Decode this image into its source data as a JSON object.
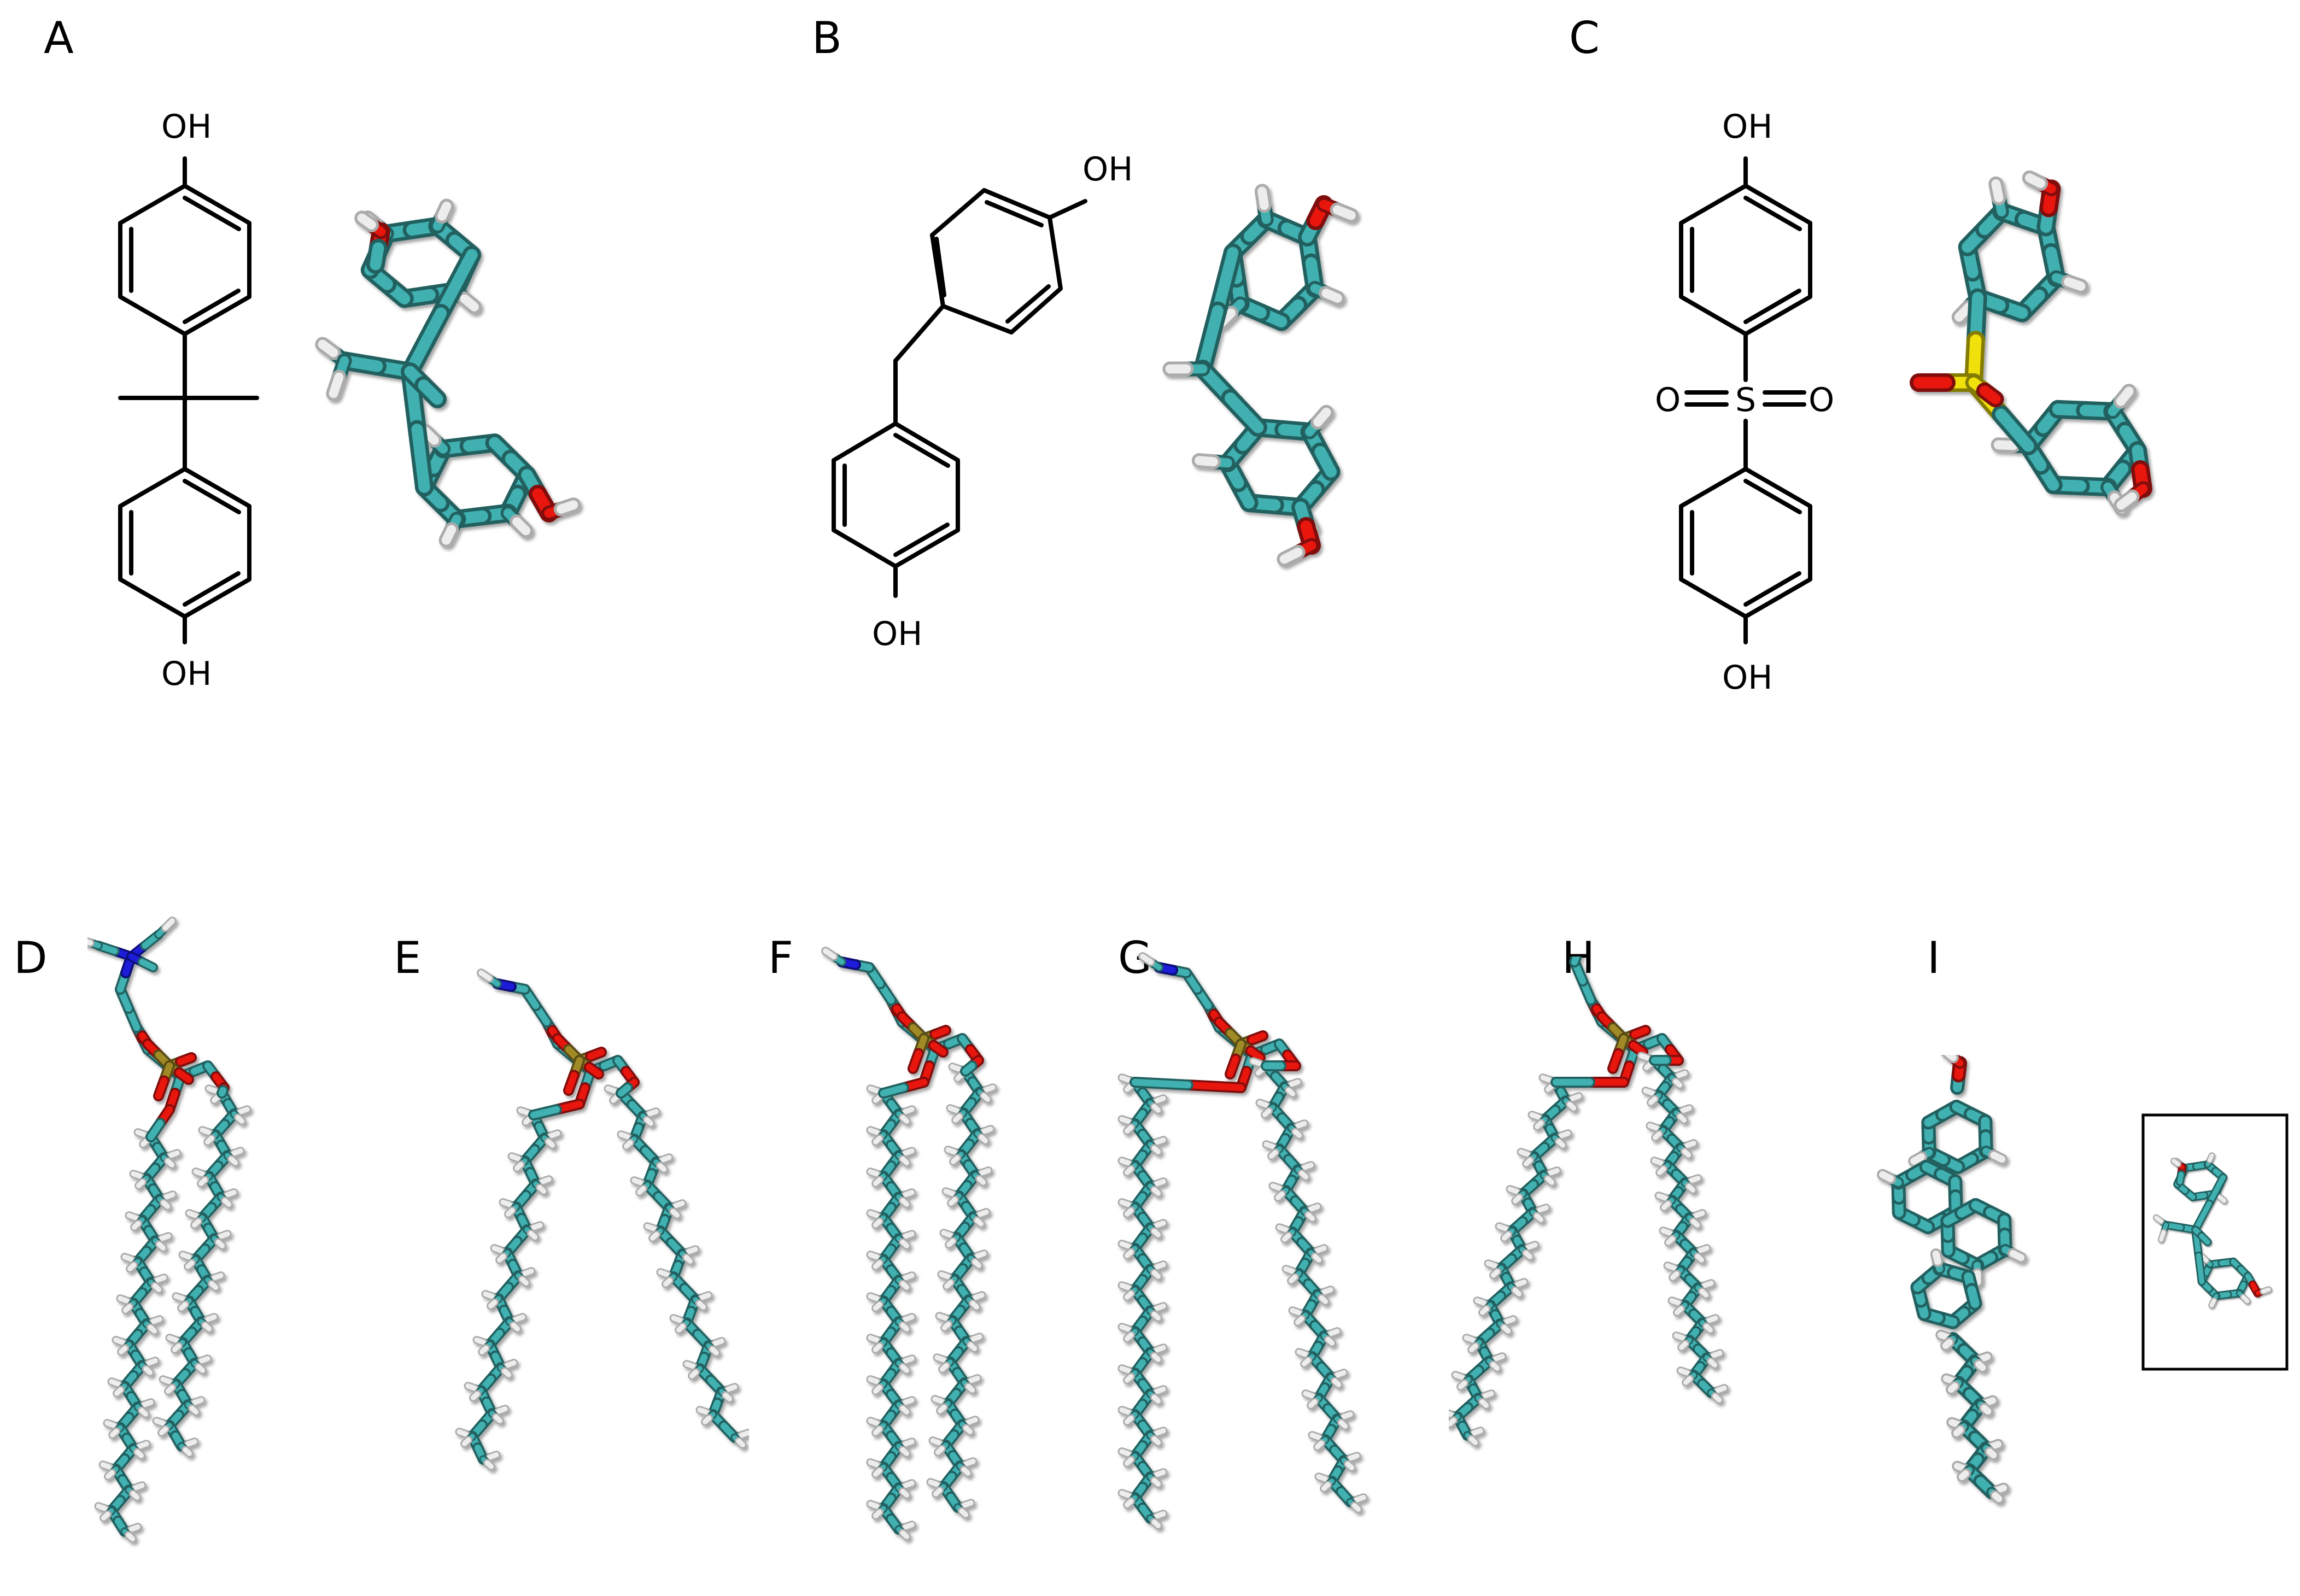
{
  "panels": {
    "a": {
      "label": "A",
      "oh_top": "OH",
      "oh_bottom": "OH"
    },
    "b": {
      "label": "B",
      "oh_top": "OH",
      "oh_bottom": "OH"
    },
    "c": {
      "label": "C",
      "oh_top": "OH",
      "oh_bottom": "OH",
      "o_left": "O",
      "sulfur": "S",
      "o_right": "O"
    },
    "d": {
      "label": "D"
    },
    "e": {
      "label": "E"
    },
    "f": {
      "label": "F"
    },
    "g": {
      "label": "G"
    },
    "h": {
      "label": "H"
    },
    "i": {
      "label": "I"
    }
  },
  "colors": {
    "carbon": "#3fb0b0",
    "oxygen": "#e8140d",
    "hydrogen": "#ededed",
    "nitrogen": "#1a1ad9",
    "sulfur": "#f0e10a",
    "phosphorus": "#a08a28",
    "skeletal_bond": "#000000"
  }
}
